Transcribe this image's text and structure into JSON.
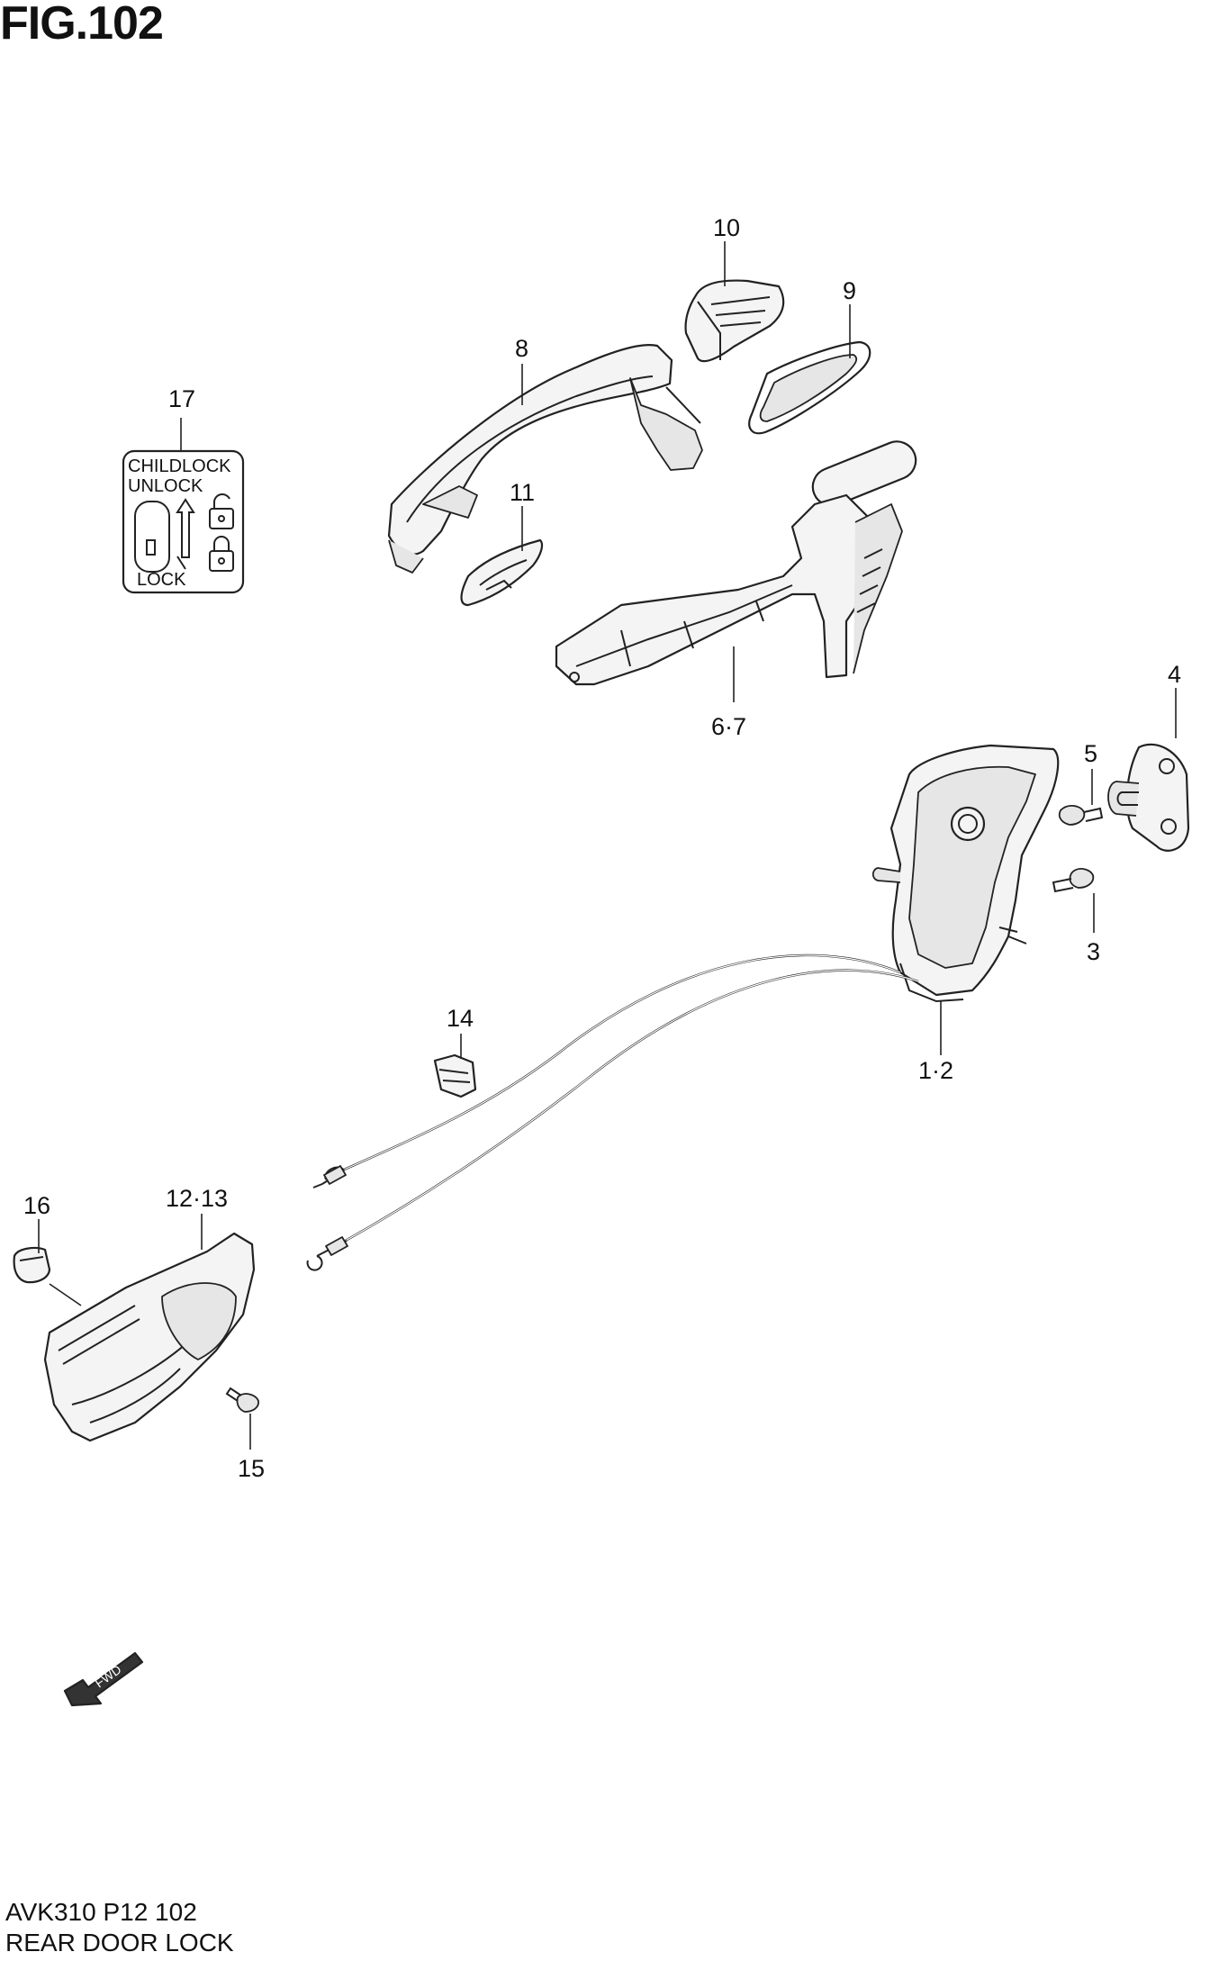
{
  "figure": {
    "title": "FIG.102"
  },
  "callouts": [
    "17",
    "10",
    "9",
    "8",
    "11",
    "6·7",
    "4",
    "5",
    "3",
    "1·2",
    "14",
    "16",
    "12·13",
    "15"
  ],
  "childlock_label": {
    "top": "CHILDLOCK",
    "unlock": "UNLOCK",
    "lock": "LOCK"
  },
  "fwd_label": "FWD",
  "footer": {
    "code": "AVK310 P12 102",
    "name": "REAR DOOR LOCK"
  }
}
